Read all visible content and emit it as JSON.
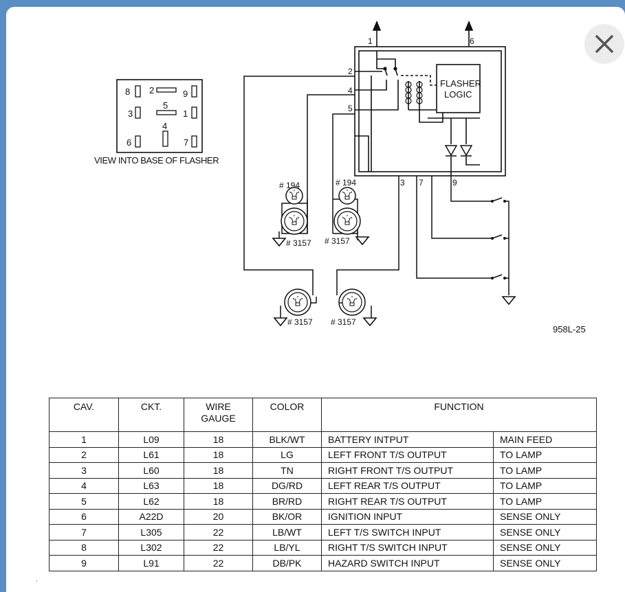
{
  "close_button": {
    "icon": "close-icon"
  },
  "connector": {
    "pin_labels": [
      "8",
      "2",
      "9",
      "3",
      "5",
      "1",
      "4",
      "6",
      "7"
    ],
    "caption": "VIEW INTO BASE OF FLASHER"
  },
  "schematic": {
    "module_label_line1": "FLASHER",
    "module_label_line2": "LOGIC",
    "pin_labels": [
      "1",
      "6",
      "2",
      "4",
      "5",
      "3",
      "7",
      "9"
    ],
    "bulb_labels": [
      "# 194",
      "# 194",
      "# 3157",
      "# 3157",
      "# 3157",
      "# 3157"
    ],
    "figure_id": "958L-25"
  },
  "table": {
    "headers": [
      "CAV.",
      "CKT.",
      "WIRE\nGAUGE",
      "COLOR",
      "FUNCTION"
    ],
    "rows": [
      [
        "1",
        "L09",
        "18",
        "BLK/WT",
        "BATTERY INTPUT",
        "MAIN FEED"
      ],
      [
        "2",
        "L61",
        "18",
        "LG",
        "LEFT FRONT T/S OUTPUT",
        "TO LAMP"
      ],
      [
        "3",
        "L60",
        "18",
        "TN",
        "RIGHT FRONT T/S OUTPUT",
        "TO LAMP"
      ],
      [
        "4",
        "L63",
        "18",
        "DG/RD",
        "LEFT REAR T/S OUTPUT",
        "TO LAMP"
      ],
      [
        "5",
        "L62",
        "18",
        "BR/RD",
        "RIGHT REAR T/S OUTPUT",
        "TO LAMP"
      ],
      [
        "6",
        "A22D",
        "20",
        "BK/OR",
        "IGNITION INPUT",
        "SENSE ONLY"
      ],
      [
        "7",
        "L305",
        "22",
        "LB/WT",
        "LEFT T/S SWITCH INPUT",
        "SENSE ONLY"
      ],
      [
        "8",
        "L302",
        "22",
        "LB/YL",
        "RIGHT T/S SWITCH INPUT",
        "SENSE ONLY"
      ],
      [
        "9",
        "L91",
        "22",
        "DB/PK",
        "HAZARD SWITCH INPUT",
        "SENSE ONLY"
      ]
    ]
  }
}
